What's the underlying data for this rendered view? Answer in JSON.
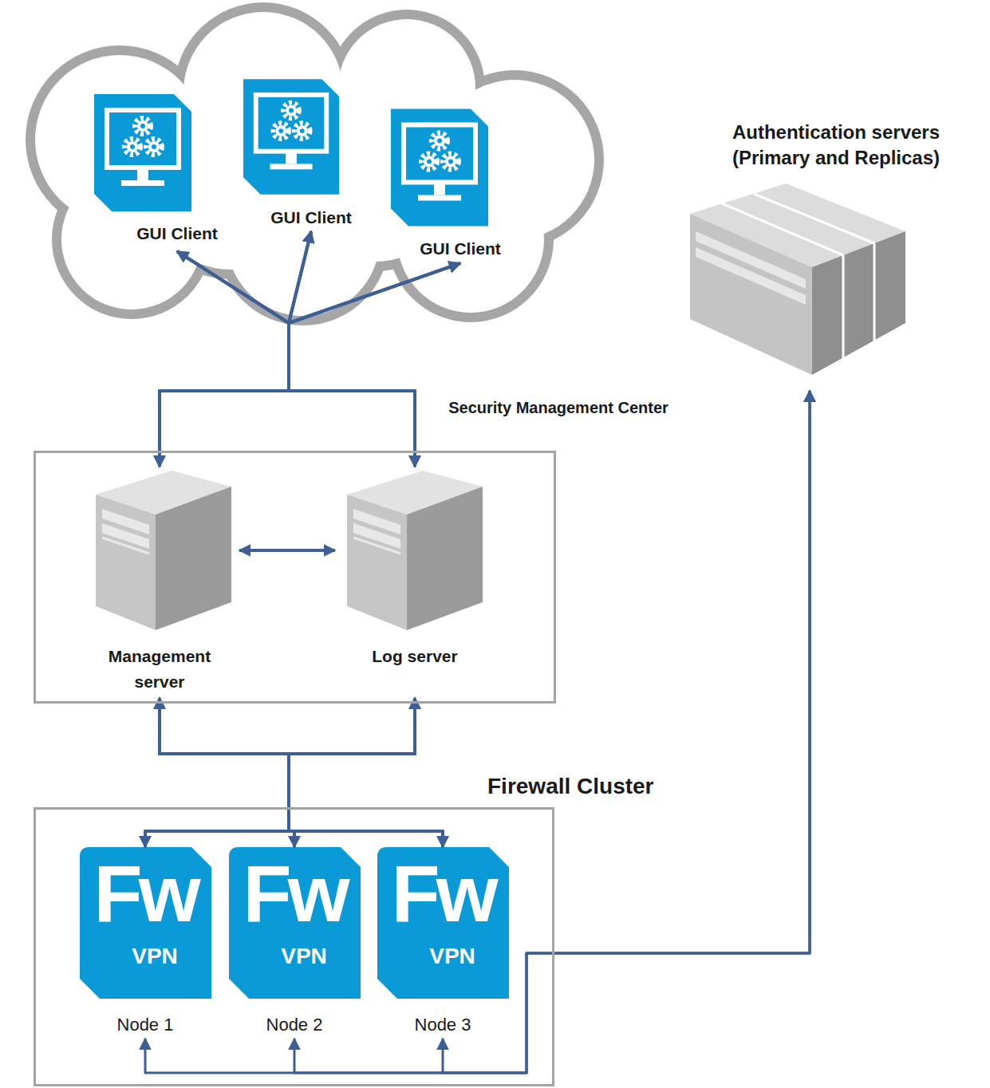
{
  "diagram": {
    "nodes": [
      {
        "text": [
          "GUI Client"
        ]
      },
      {
        "text": [
          "GUI Client"
        ]
      },
      {
        "text": [
          "GUI Client"
        ]
      },
      {
        "text": [
          "Authentication servers (Primary and Replicas)"
        ]
      },
      {
        "text": [
          "Security Management Center"
        ]
      },
      {
        "text": [
          "Management server"
        ],
        "in": 4
      },
      {
        "text": [
          "Log server"
        ],
        "in": 4
      },
      {
        "text": [
          "Firewall Cluster"
        ]
      },
      {
        "text": [
          "Fw",
          "VPN",
          "Node 1"
        ],
        "in": 7
      },
      {
        "text": [
          "Fw",
          "VPN",
          "Node 2"
        ],
        "in": 7
      },
      {
        "text": [
          "Fw",
          "VPN",
          "Node 3"
        ],
        "in": 7
      }
    ],
    "edges": [
      {
        "from": 5,
        "to": 0,
        "arrow": "both"
      },
      {
        "from": 5,
        "to": 1,
        "arrow": "both"
      },
      {
        "from": 5,
        "to": 2,
        "arrow": "both"
      },
      {
        "from": 6,
        "to": 0,
        "arrow": "both"
      },
      {
        "from": 6,
        "to": 1,
        "arrow": "both"
      },
      {
        "from": 6,
        "to": 2,
        "arrow": "both"
      },
      {
        "from": 5,
        "to": 6,
        "arrow": "both"
      },
      {
        "from": 5,
        "to": 8,
        "arrow": "both"
      },
      {
        "from": 5,
        "to": 9,
        "arrow": "both"
      },
      {
        "from": 5,
        "to": 10,
        "arrow": "both"
      },
      {
        "from": 6,
        "to": 8,
        "arrow": "both"
      },
      {
        "from": 6,
        "to": 9,
        "arrow": "both"
      },
      {
        "from": 6,
        "to": 10,
        "arrow": "both"
      },
      {
        "from": 3,
        "to": 8,
        "arrow": "both"
      },
      {
        "from": 3,
        "to": 9,
        "arrow": "both"
      },
      {
        "from": 3,
        "to": 10,
        "arrow": "both"
      }
    ]
  }
}
